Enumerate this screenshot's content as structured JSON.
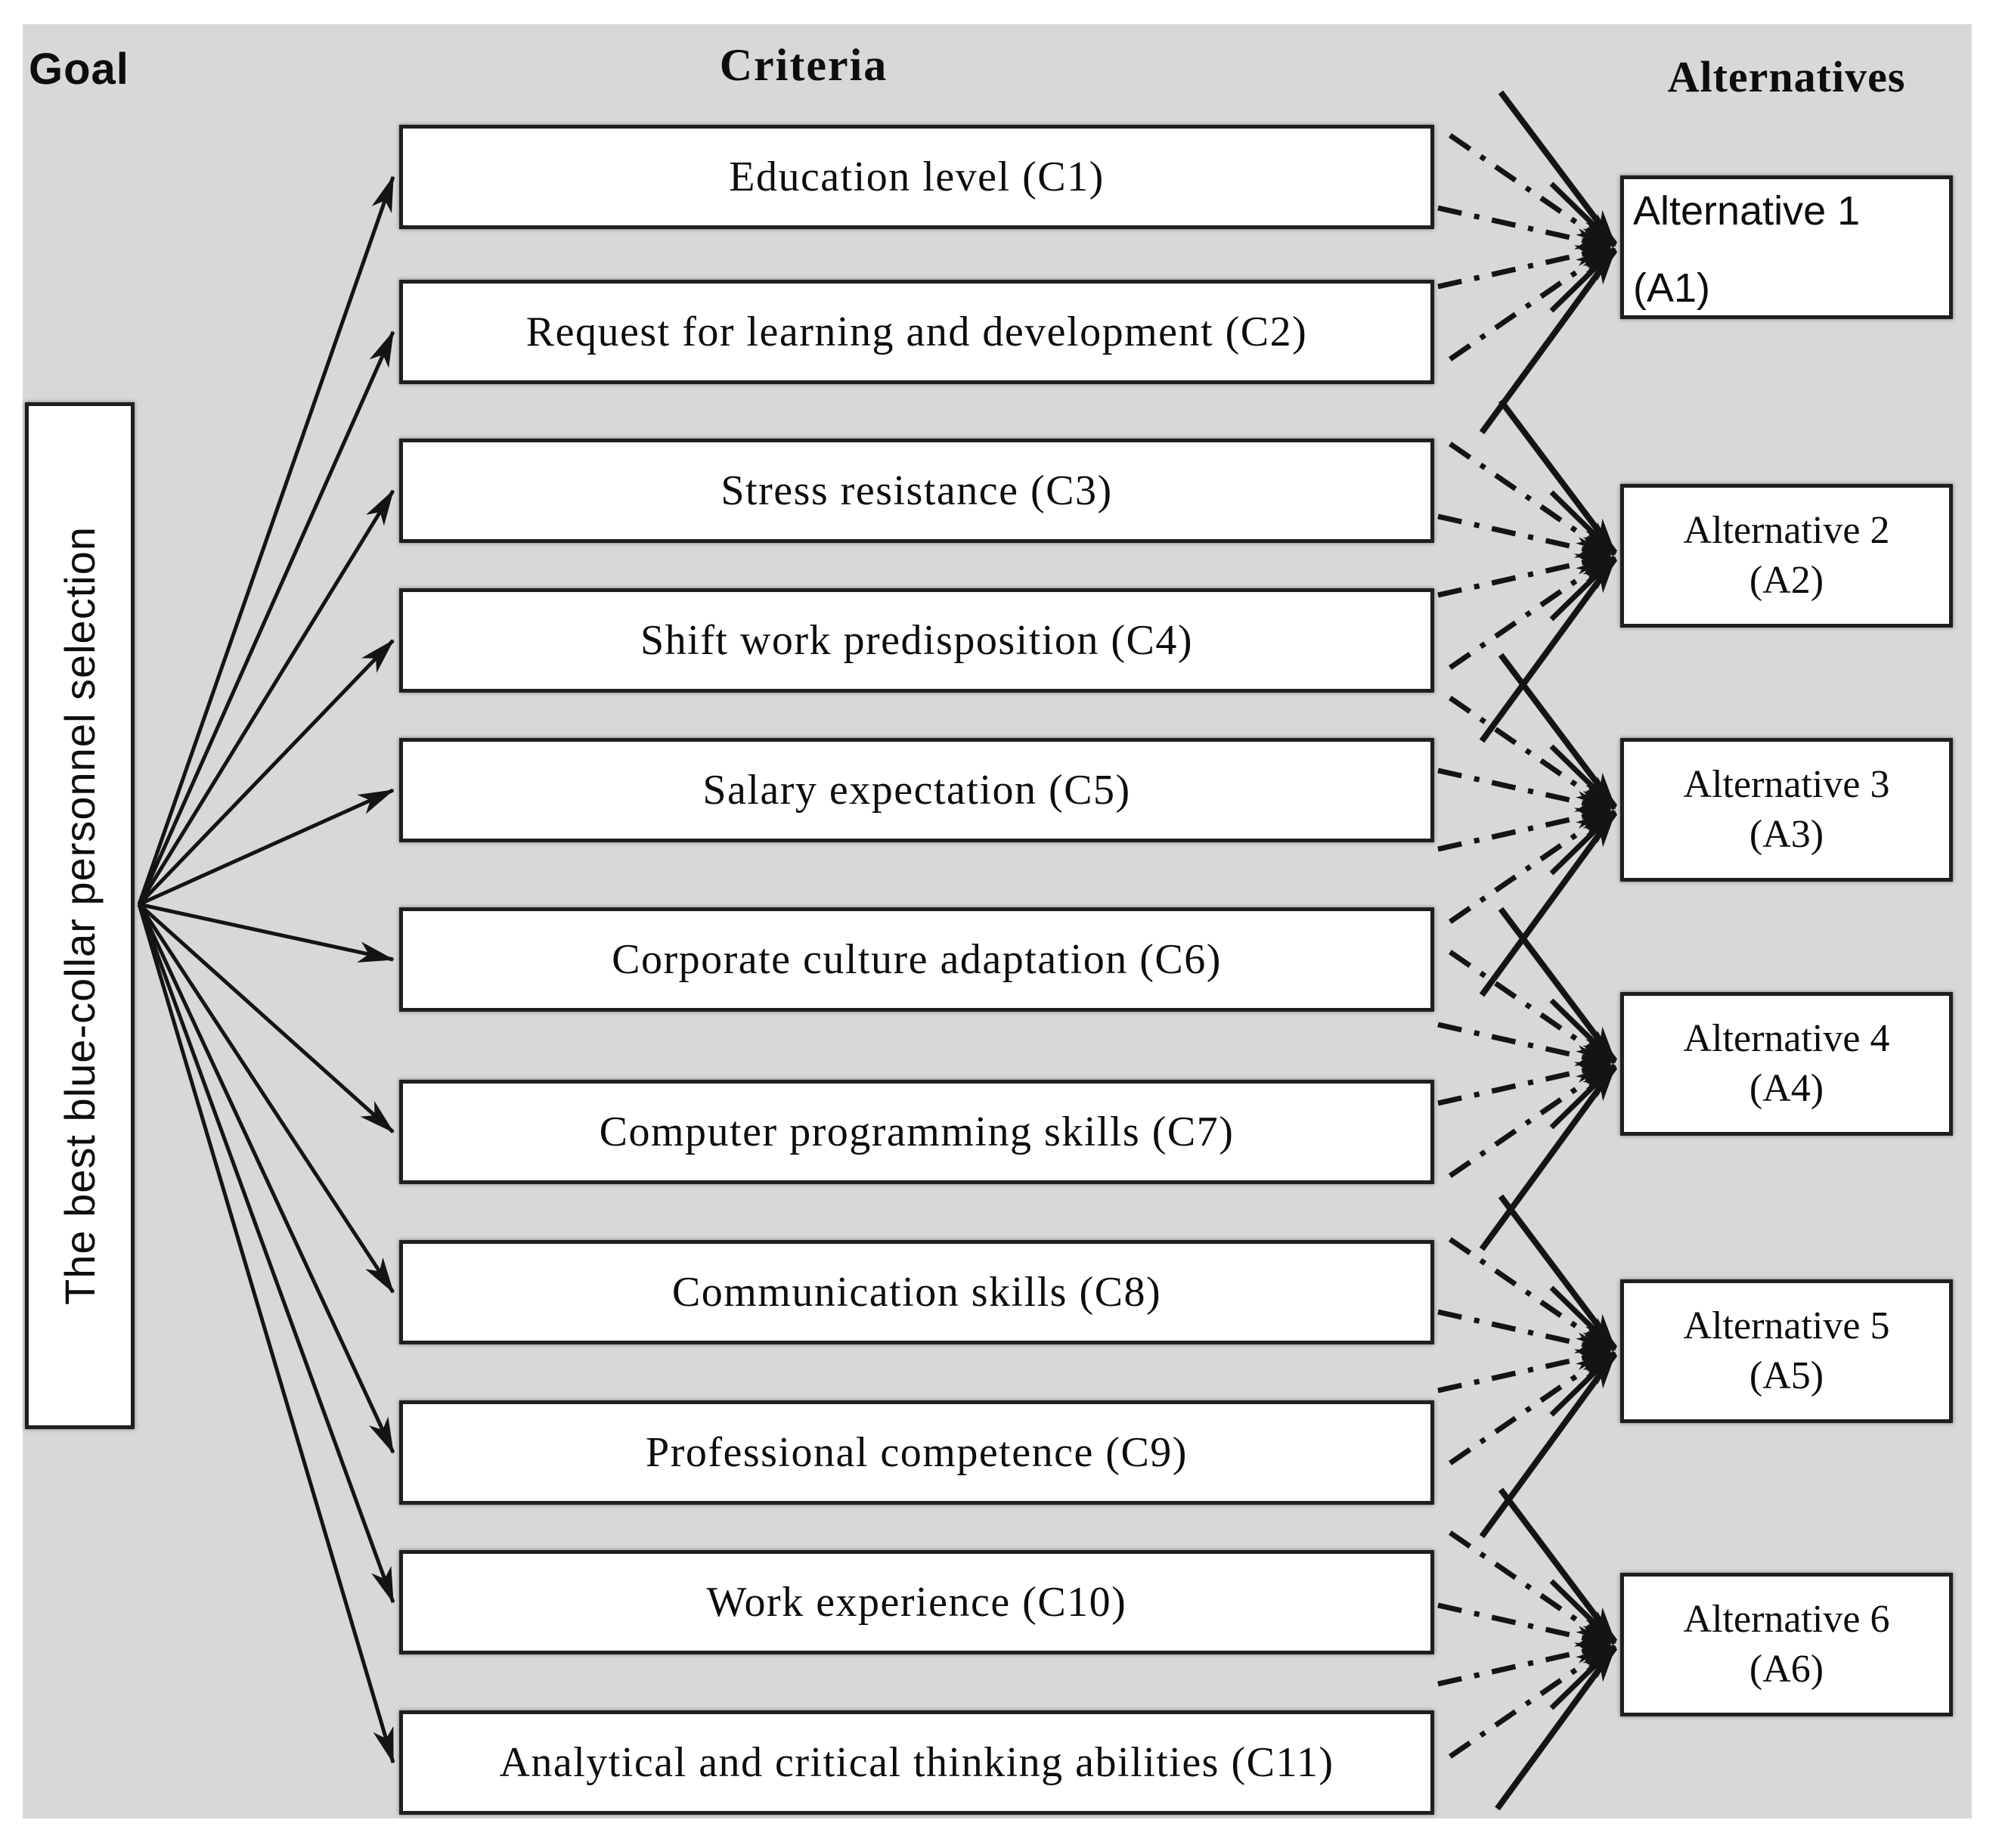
{
  "headers": {
    "goal": "Goal",
    "criteria": "Criteria",
    "alternatives": "Alternatives"
  },
  "goal": {
    "label": "The best blue-collar personnel selection"
  },
  "criteria": [
    {
      "id": "C1",
      "label": "Education level (C1)"
    },
    {
      "id": "C2",
      "label": "Request for learning and development (C2)"
    },
    {
      "id": "C3",
      "label": "Stress resistance (C3)"
    },
    {
      "id": "C4",
      "label": "Shift work predisposition (C4)"
    },
    {
      "id": "C5",
      "label": "Salary expectation (C5)"
    },
    {
      "id": "C6",
      "label": "Corporate culture adaptation (C6)"
    },
    {
      "id": "C7",
      "label": "Computer programming skills (C7)"
    },
    {
      "id": "C8",
      "label": "Communication skills (C8)"
    },
    {
      "id": "C9",
      "label": "Professional competence (C9)"
    },
    {
      "id": "C10",
      "label": "Work experience (C10)"
    },
    {
      "id": "C11",
      "label": "Analytical and critical thinking abilities (C11)"
    }
  ],
  "alternatives": [
    {
      "id": "A1",
      "label": "Alternative 1",
      "code": "(A1)",
      "text_align": "left"
    },
    {
      "id": "A2",
      "label": "Alternative 2",
      "code": "(A2)",
      "text_align": "center"
    },
    {
      "id": "A3",
      "label": "Alternative 3",
      "code": "(A3)",
      "text_align": "center"
    },
    {
      "id": "A4",
      "label": "Alternative 4",
      "code": "(A4)",
      "text_align": "center"
    },
    {
      "id": "A5",
      "label": "Alternative 5",
      "code": "(A5)",
      "text_align": "center"
    },
    {
      "id": "A6",
      "label": "Alternative 6",
      "code": "(A6)",
      "text_align": "center"
    }
  ],
  "colors": {
    "panel_bg": "#d8d8d8",
    "box_fill": "#ffffff",
    "box_border": "#1f1f1f",
    "line": "#141414",
    "text": "#0d0d0d"
  }
}
